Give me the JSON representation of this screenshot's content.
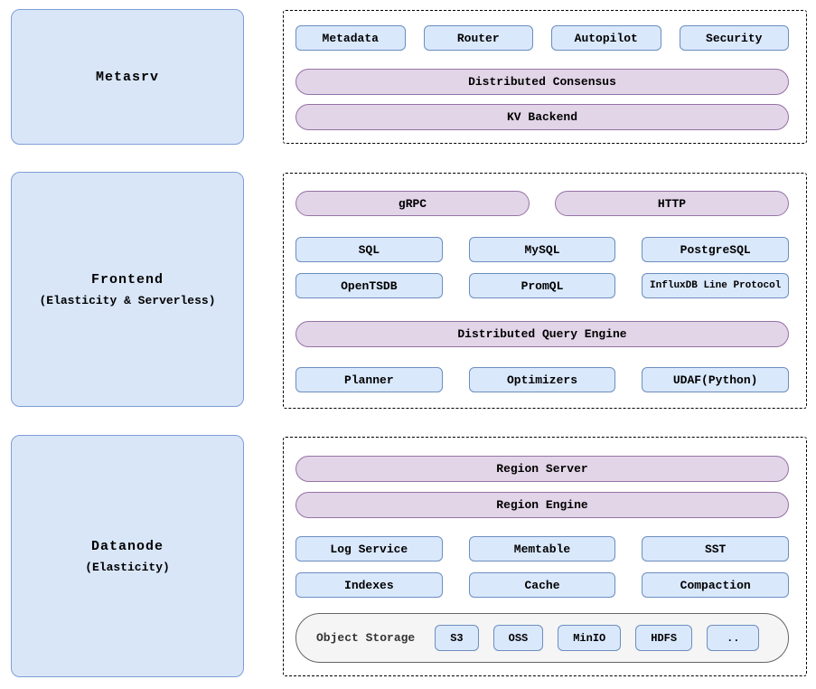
{
  "palette": {
    "node_fill": "#d9e6f8",
    "node_border": "#7e9ed6",
    "module_fill": "#dae8fc",
    "module_border": "#6c8ebf",
    "pill_fill": "#e1d5e7",
    "pill_border": "#9673a6",
    "storage_fill": "#f5f5f5",
    "storage_border": "#666666",
    "panel_border": "#000000"
  },
  "sections": {
    "metasrv": {
      "title": "Metasrv",
      "modules": [
        "Metadata",
        "Router",
        "Autopilot",
        "Security"
      ],
      "pills": [
        "Distributed Consensus",
        "KV Backend"
      ]
    },
    "frontend": {
      "title": "Frontend",
      "subtitle": "(Elasticity & Serverless)",
      "protocol_pills": [
        "gRPC",
        "HTTP"
      ],
      "query_langs_row1": [
        "SQL",
        "MySQL",
        "PostgreSQL"
      ],
      "query_langs_row2": [
        "OpenTSDB",
        "PromQL",
        "InfluxDB Line Protocol"
      ],
      "engine_pill": "Distributed Query Engine",
      "engine_modules": [
        "Planner",
        "Optimizers",
        "UDAF(Python)"
      ]
    },
    "datanode": {
      "title": "Datanode",
      "subtitle": "(Elasticity)",
      "pills": [
        "Region Server",
        "Region Engine"
      ],
      "modules_row1": [
        "Log Service",
        "Memtable",
        "SST"
      ],
      "modules_row2": [
        "Indexes",
        "Cache",
        "Compaction"
      ],
      "object_storage": {
        "label": "Object Storage",
        "backends": [
          "S3",
          "OSS",
          "MinIO",
          "HDFS",
          ".."
        ]
      }
    }
  }
}
